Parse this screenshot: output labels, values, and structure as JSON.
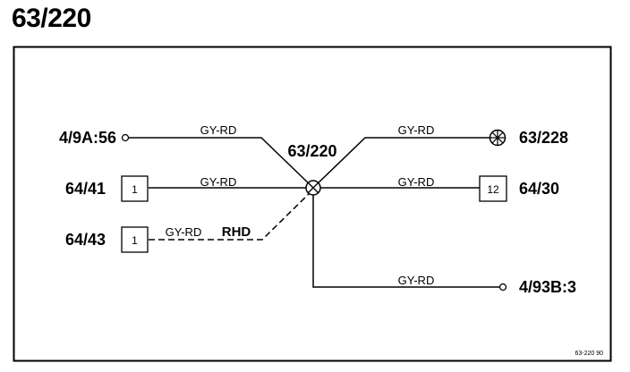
{
  "title": "63/220",
  "splice": {
    "label": "63/220"
  },
  "connectors": [
    {
      "id": "c1",
      "label": "4/9A:56",
      "pin": ""
    },
    {
      "id": "c2",
      "label": "64/41",
      "pin": "1"
    },
    {
      "id": "c3",
      "label": "64/43",
      "pin": "1"
    },
    {
      "id": "c4",
      "label": "63/228",
      "pin": ""
    },
    {
      "id": "c5",
      "label": "64/30",
      "pin": "12"
    },
    {
      "id": "c6",
      "label": "4/93B:3",
      "pin": ""
    }
  ],
  "wires": [
    {
      "id": "w1",
      "color": "GY-RD"
    },
    {
      "id": "w2",
      "color": "GY-RD"
    },
    {
      "id": "w3",
      "color": "GY-RD",
      "variant": "RHD"
    },
    {
      "id": "w4",
      "color": "GY-RD"
    },
    {
      "id": "w5",
      "color": "GY-RD"
    },
    {
      "id": "w6",
      "color": "GY-RD"
    }
  ],
  "reference": "63-220  90"
}
